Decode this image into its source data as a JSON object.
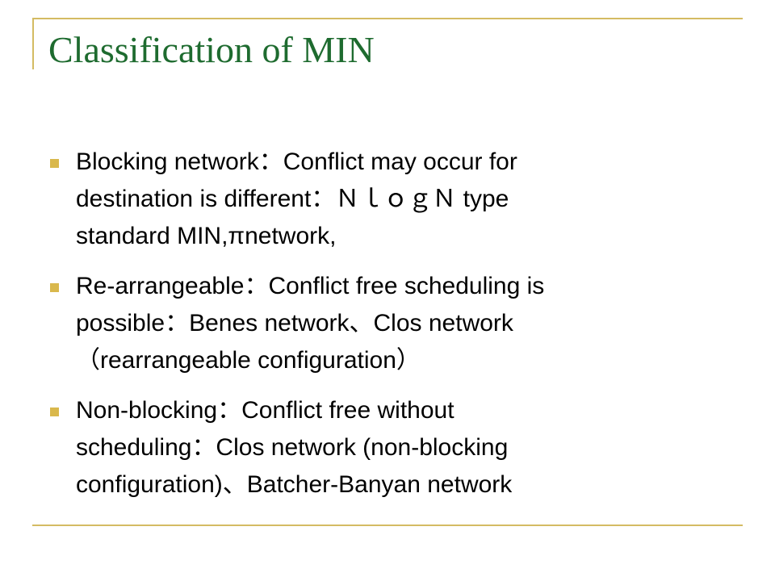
{
  "slide": {
    "title": "Classification of MIN",
    "bullets": [
      {
        "lines": [
          "Blocking network：Conflict may occur for",
          "destination is different：ＮｌｏｇＮ type",
          "standard MIN,πnetwork,"
        ]
      },
      {
        "lines": [
          "Re-arrangeable：Conflict free scheduling is",
          "possible：Benes network、Clos network",
          "（rearrangeable configuration）"
        ]
      },
      {
        "lines": [
          "Non-blocking：Conflict free without",
          "scheduling：Clos network (non-blocking",
          "configuration)、Batcher-Banyan network"
        ]
      }
    ]
  },
  "colors": {
    "title": "#1e6b2f",
    "accent": "#d4bb63",
    "bullet_marker": "#d9b84c",
    "text": "#000000"
  }
}
